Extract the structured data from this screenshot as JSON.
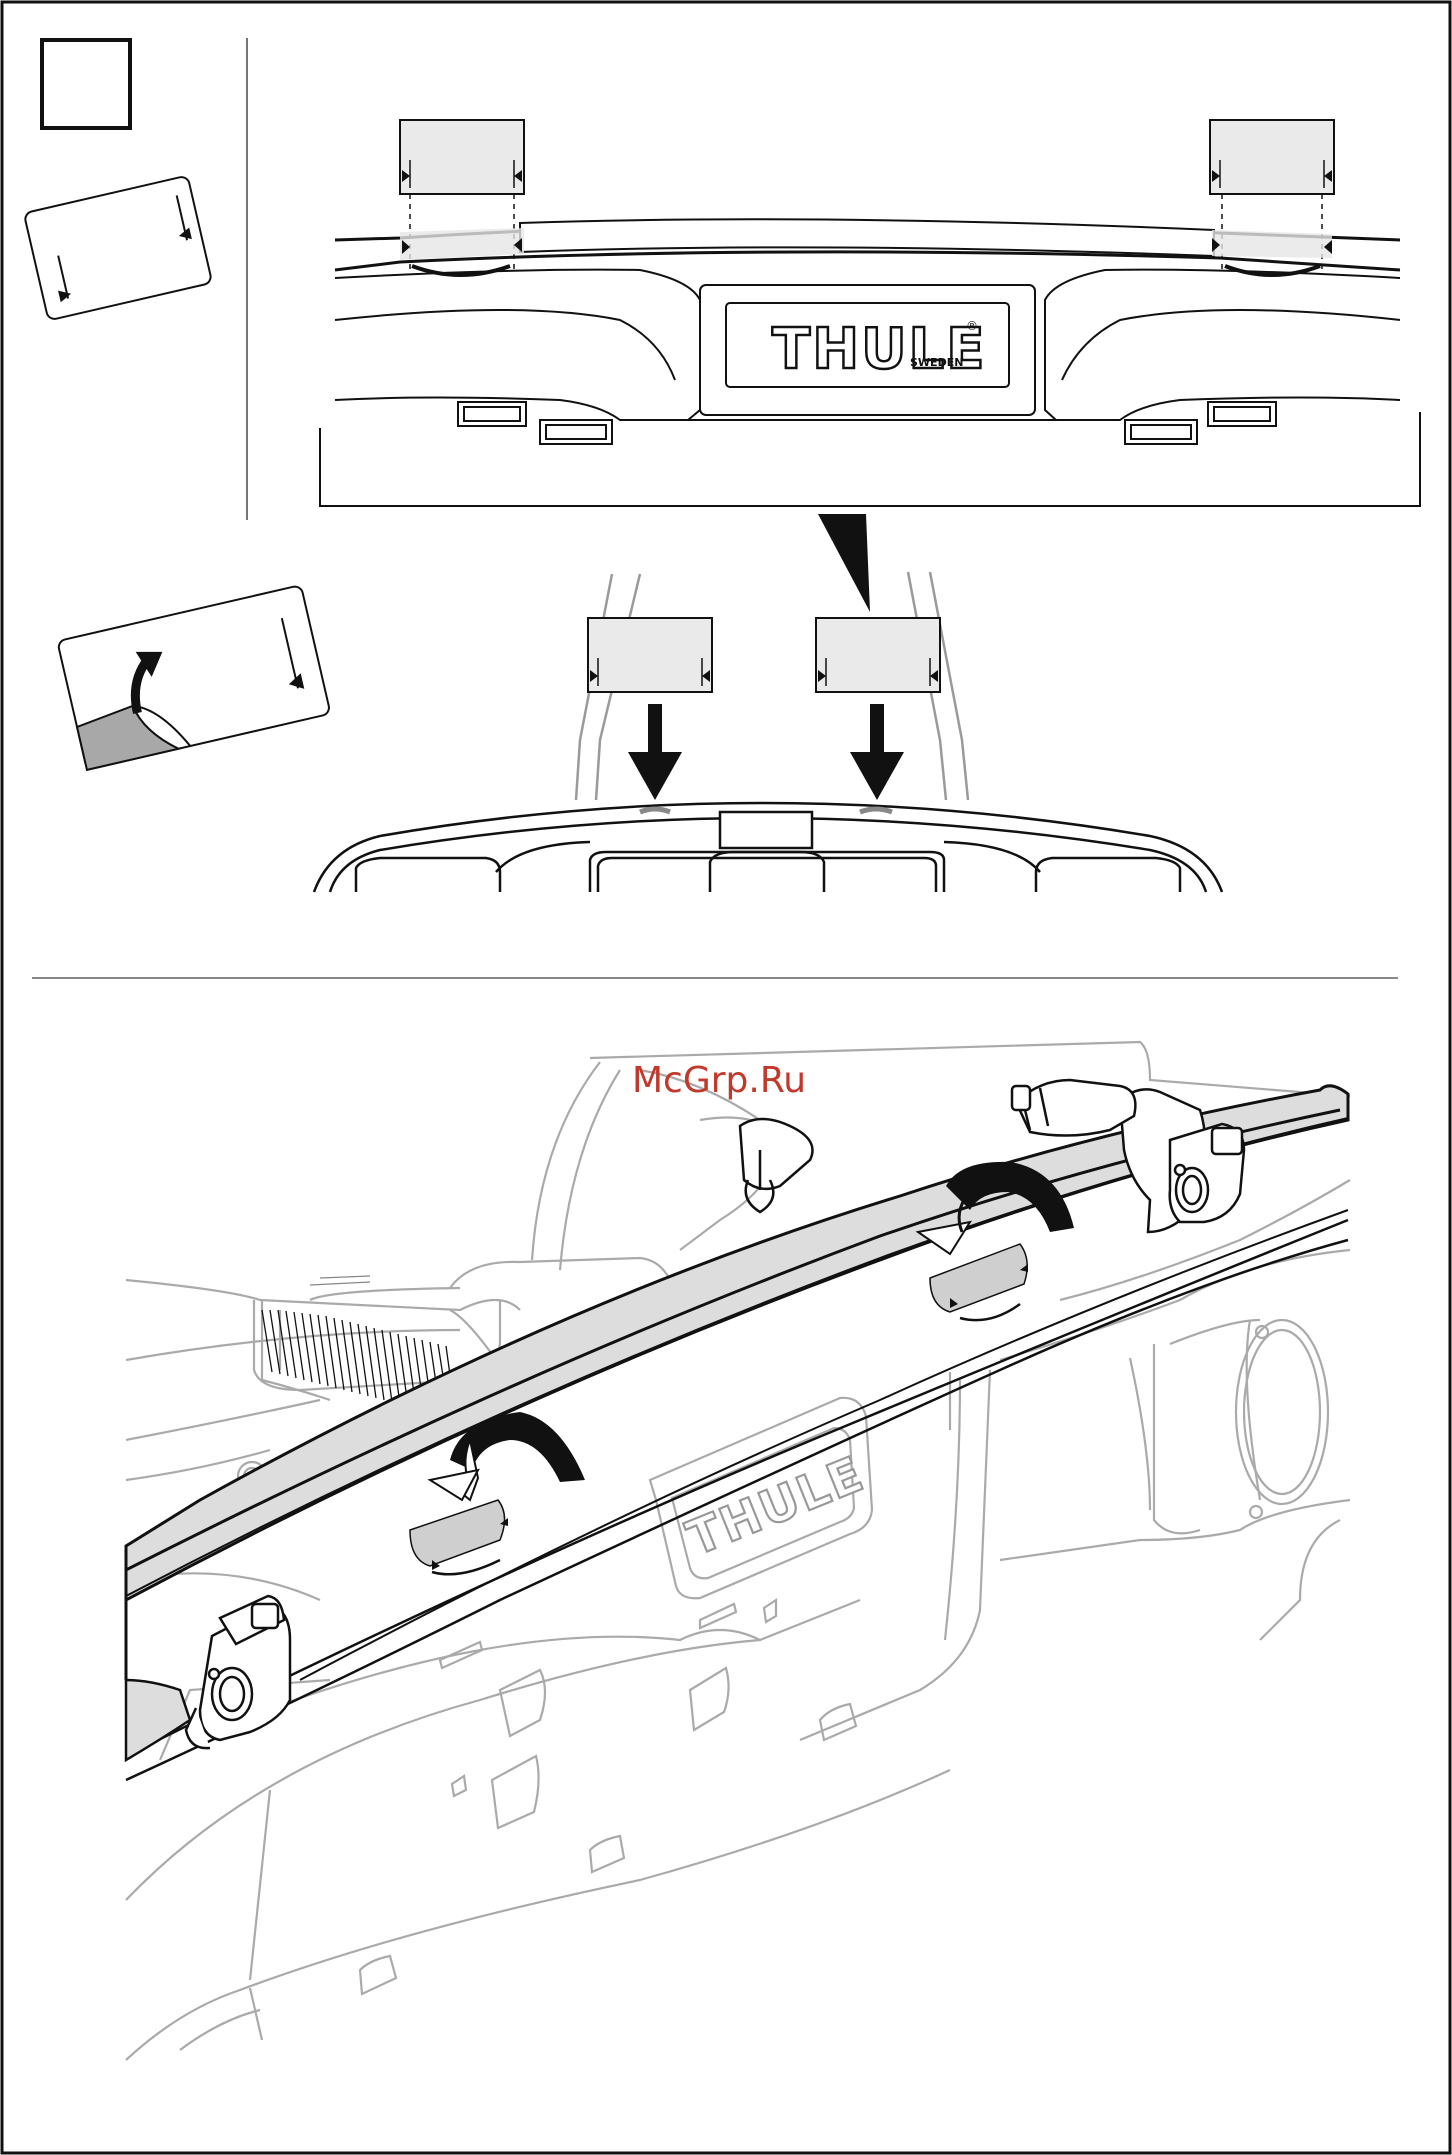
{
  "watermark": {
    "text": "McGrp.Ru"
  },
  "brand": {
    "logo_text": "THULE",
    "logo_subtext": "SWEDEN",
    "registered_mark": "®"
  },
  "colors": {
    "line": "#111111",
    "light_line": "#9a9a9a",
    "tape_fill": "#e8e8e8",
    "tape_fill_dark": "#d2d2d2",
    "watermark": "#c0392b"
  },
  "icons": [
    "step-number-box",
    "sticker-pad-icon",
    "peel-backing-icon",
    "downward-arrow-icon",
    "rotate-arrow-icon"
  ]
}
